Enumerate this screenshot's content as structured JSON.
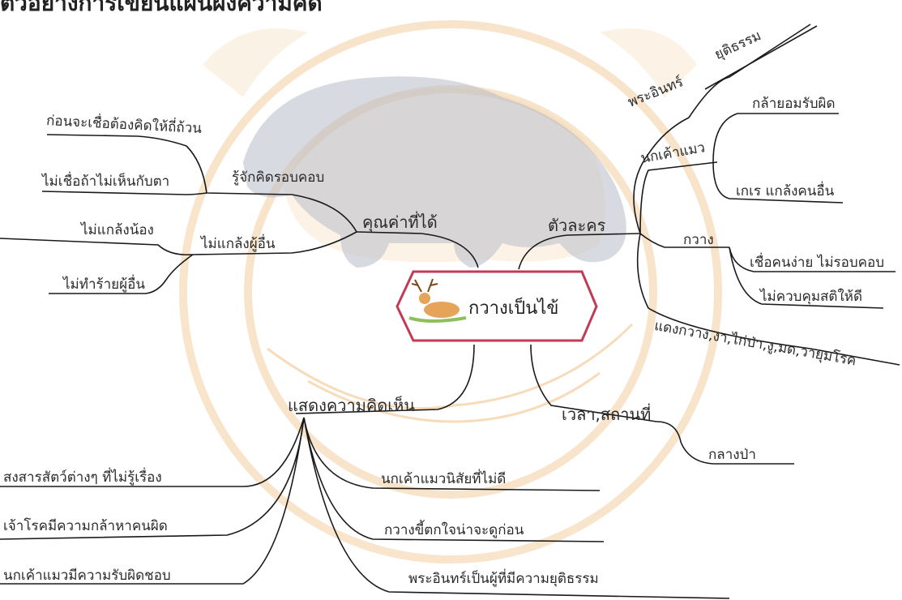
{
  "title": "ตัวอย่างการเขียนแผนผังความคิด",
  "center": {
    "label": "กวางเป็นไข้"
  },
  "branches": {
    "value": {
      "label": "คุณค่าที่ได้"
    },
    "think": {
      "label": "รู้จักคิดรอบคอบ"
    },
    "think_1": {
      "label": "ก่อนจะเชื่อต้องคิดให้ถี่ถ้วน"
    },
    "think_2": {
      "label": "ไม่เชื่อถ้าไม่เห็นกับตา"
    },
    "bully": {
      "label": "ไม่แกล้งผู้อื่น"
    },
    "bully_1": {
      "label": "ไม่แกล้งน้อง"
    },
    "bully_2": {
      "label": "ไม่ทำร้ายผู้อื่น"
    },
    "chars": {
      "label": "ตัวละคร"
    },
    "indra": {
      "label": "พระอินทร์"
    },
    "indra_1": {
      "label": "ยุติธรรม"
    },
    "owl": {
      "label": "นกเค้าแมว"
    },
    "owl_1": {
      "label": "กล้ายอมรับผิด"
    },
    "owl_2": {
      "label": "เกเร แกล้งคนอื่น"
    },
    "deer": {
      "label": "กวาง"
    },
    "deer_1": {
      "label": "เชื่อคนง่าย ไม่รอบคอบ"
    },
    "deer_2": {
      "label": "ไม่ควบคุมสติให้ดี"
    },
    "others": {
      "label": "แดงกวาง,งา,ไก่ป่า,งู,มด,วายุมโรค"
    },
    "place": {
      "label": "เวลา,สถานที่"
    },
    "place_1": {
      "label": "กลางป่า"
    },
    "opinion": {
      "label": "แสดงความคิดเห็น"
    },
    "op_1": {
      "label": "สงสารสัตว์ต่างๆ ที่ไม่รู้เรื่อง"
    },
    "op_2": {
      "label": "เจ้าโรคมีความกล้าหาคนผิด"
    },
    "op_3": {
      "label": "นกเค้าแมวมีความรับผิดชอบ"
    },
    "op_4": {
      "label": "นกเค้าแมวนิสัยที่ไม่ดี"
    },
    "op_5": {
      "label": "กวางขี้ตกใจน่าจะดูก่อน"
    },
    "op_6": {
      "label": "พระอินทร์เป็นผู้ที่มีความยุติธรรม"
    }
  },
  "colors": {
    "line": "#1a1a1a",
    "frame": "#c23b56",
    "watermark": "#f0b97a"
  }
}
